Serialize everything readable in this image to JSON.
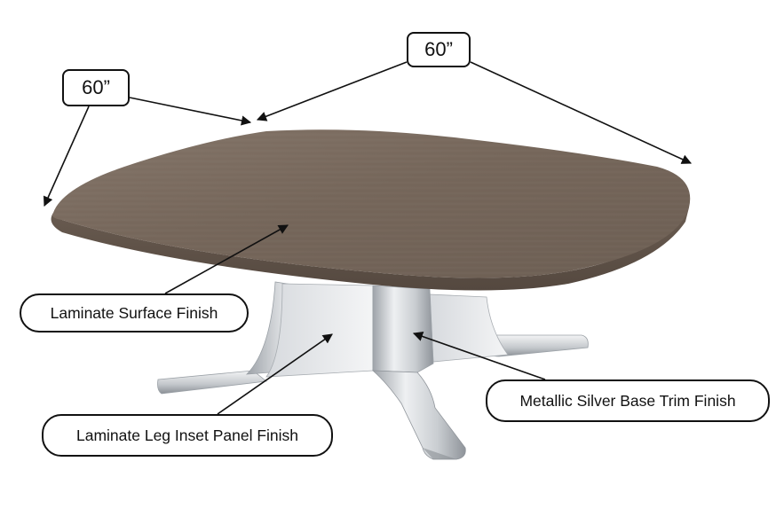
{
  "dimensions": {
    "width_label": "60”",
    "depth_label": "60”"
  },
  "callouts": {
    "surface": "Laminate Surface Finish",
    "base_trim": "Metallic Silver Base Trim Finish",
    "leg_panel": "Laminate Leg Inset Panel Finish"
  },
  "colors": {
    "laminate_wood": "#7a6a5e",
    "laminate_edge": "#5f5249",
    "metallic_silver": "#cfd2d6",
    "outline": "#111111"
  }
}
